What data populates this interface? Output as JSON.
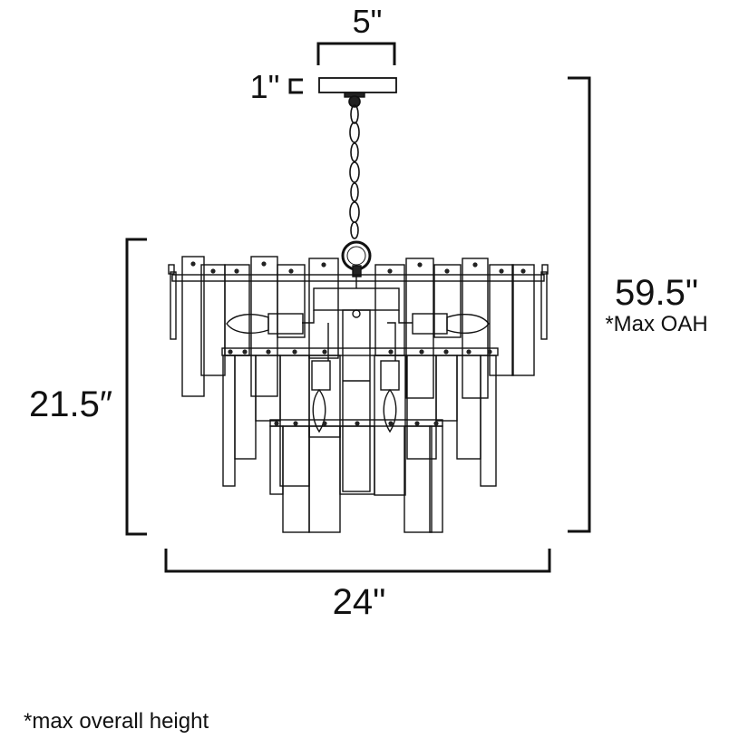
{
  "dimensions": {
    "canopy_width": "5\"",
    "canopy_height": "1\"",
    "max_overall_height": "59.5\"",
    "max_oah_label": "*Max OAH",
    "fixture_height": "21.5″",
    "fixture_width": "24\""
  },
  "footnote": "*max overall height",
  "colors": {
    "line": "#111111",
    "background": "#ffffff"
  }
}
